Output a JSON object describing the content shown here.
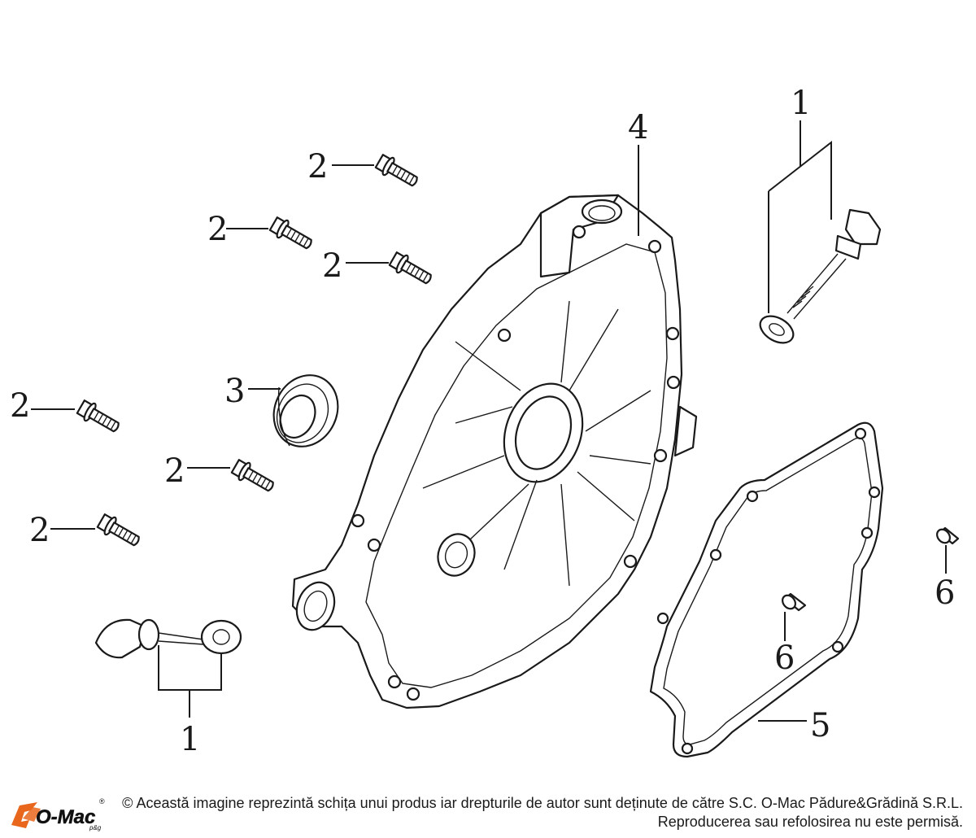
{
  "diagram": {
    "labels": {
      "oil_dipstick_top": "1",
      "oil_dipstick_bottom": "1",
      "bolt": "2",
      "oil_seal": "3",
      "crankcase_cover": "4",
      "gasket": "5",
      "dowel_pin": "6"
    }
  },
  "footer": {
    "logo_text": "O-Mac",
    "logo_sub": "p&g",
    "logo_mark": "®",
    "copyright_line1": "© Această imagine reprezintă schița unui produs iar drepturile de autor sunt deținute de către S.C. O-Mac Pădure&Grădină S.R.L.",
    "copyright_line2": "Reproducerea sau refolosirea nu este permisă.",
    "brand_color": "#e8671c"
  }
}
